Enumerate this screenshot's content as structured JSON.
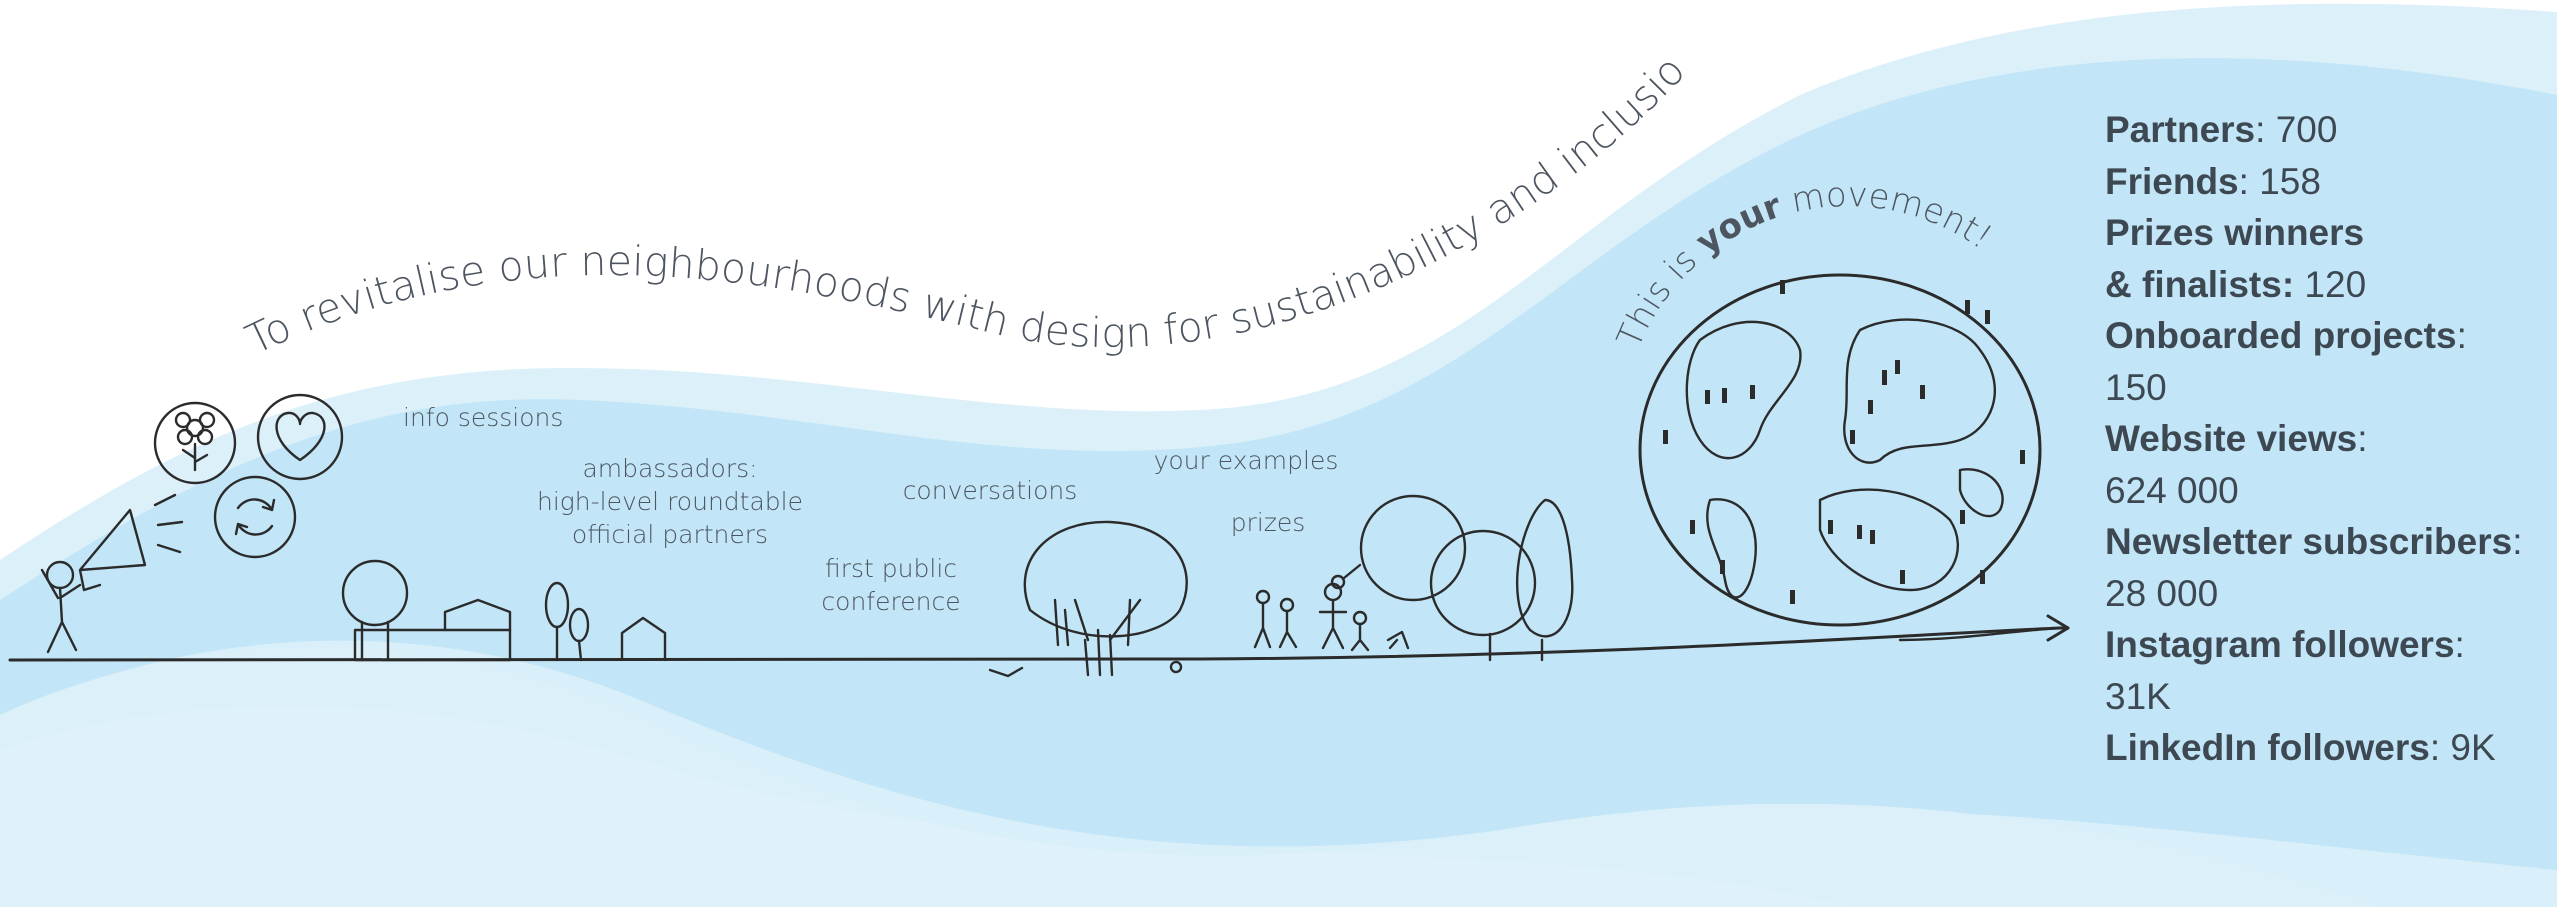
{
  "headline": "To revitalise our neighbourhoods with design for sustainability and inclusion",
  "movement": {
    "pre": "This is ",
    "bold": "your",
    "post": " movement!"
  },
  "timeline_labels": {
    "info_sessions": "info sessions",
    "ambassadors_1": "ambassadors:",
    "ambassadors_2": "high-level roundtable",
    "ambassadors_3": "official partners",
    "conference_1": "first public",
    "conference_2": "conference",
    "conversations": "conversations",
    "your_examples": "your examples",
    "prizes": "prizes"
  },
  "stats": [
    {
      "key": "Partners",
      "sep": ": ",
      "value": "700"
    },
    {
      "key": "Friends",
      "sep": ": ",
      "value": "158"
    },
    {
      "key": "Prizes winners",
      "sep": "",
      "value": ""
    },
    {
      "key": "& finalists:",
      "sep": " ",
      "value": "120"
    },
    {
      "key": "Onboarded projects",
      "sep": ":",
      "value": ""
    },
    {
      "key": "",
      "sep": "",
      "value": "150"
    },
    {
      "key": "Website views",
      "sep": ":",
      "value": ""
    },
    {
      "key": "",
      "sep": "",
      "value": "624 000"
    },
    {
      "key": "Newsletter subscribers",
      "sep": ":",
      "value": ""
    },
    {
      "key": "",
      "sep": "",
      "value": "28 000"
    },
    {
      "key": "Instagram followers",
      "sep": ":",
      "value": ""
    },
    {
      "key": "",
      "sep": "",
      "value": "31K"
    },
    {
      "key": "LinkedIn followers",
      "sep": ": ",
      "value": "9K"
    }
  ],
  "colors": {
    "wave_light": "#dcf0fa",
    "wave_main": "#c2e6f7",
    "ink": "#2b2b2b",
    "text": "#4d5560",
    "stats_text": "#3d4852"
  },
  "icons": [
    "megaphone-icon",
    "flower-icon",
    "heart-icon",
    "recycle-icon",
    "globe-icon"
  ]
}
